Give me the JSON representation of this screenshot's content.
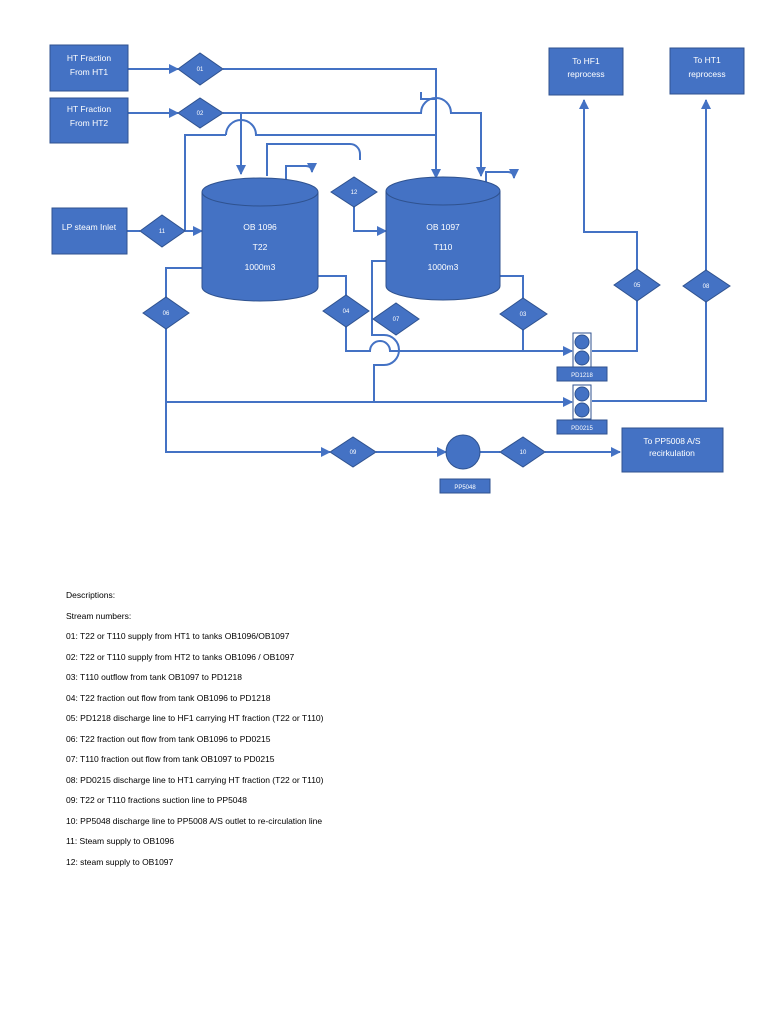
{
  "colors": {
    "fill": "#4472C4",
    "stroke": "#2F528F",
    "line": "#4472C4",
    "text_light": "#ffffff"
  },
  "boxes": {
    "ht_fraction_ht1": [
      "HT Fraction",
      "From HT1"
    ],
    "ht_fraction_ht2": [
      "HT Fraction",
      "From HT2"
    ],
    "lp_steam_inlet": [
      "LP steam Inlet"
    ],
    "to_hf1": [
      "To HF1",
      "reprocess"
    ],
    "to_ht1": [
      "To HT1",
      "reprocess"
    ],
    "to_pp5008": [
      "To PP5008 A/S",
      "recirkulation"
    ]
  },
  "tanks": {
    "ob1096": [
      "OB 1096",
      "T22",
      "1000m3"
    ],
    "ob1097": [
      "OB 1097",
      "T110",
      "1000m3"
    ]
  },
  "streams": {
    "s01": "01",
    "s02": "02",
    "s03": "03",
    "s04": "04",
    "s05": "05",
    "s06": "06",
    "s07": "07",
    "s08": "08",
    "s09": "09",
    "s10": "10",
    "s11": "11",
    "s12": "12"
  },
  "equipment": {
    "pd1218": "PD1218",
    "pd0215": "PD0215",
    "pp5048": "PP5048"
  },
  "descriptions": {
    "heading": "Descriptions:",
    "subheading": "Stream numbers:",
    "items": [
      "01: T22 or T110 supply from HT1 to tanks OB1096/OB1097",
      "02: T22 or T110 supply from   HT2 to tanks OB1096 / OB1097",
      "03: T110 outflow from tank OB1097 to PD1218",
      "04: T22 fraction out flow from tank OB1096 to PD1218",
      "05: PD1218 discharge line to HF1 carrying HT fraction (T22 or T110)",
      "06: T22 fraction out flow from tank OB1096 to PD0215",
      "07: T110 fraction out flow from tank OB1097 to PD0215",
      "08: PD0215 discharge line to HT1 carrying HT fraction (T22 or T110)",
      "09: T22 or T110 fractions suction line to PP5048",
      "10: PP5048 discharge line to PP5008 A/S outlet to re-circulation line",
      "11: Steam supply to OB1096",
      "12: steam supply to OB1097"
    ]
  }
}
